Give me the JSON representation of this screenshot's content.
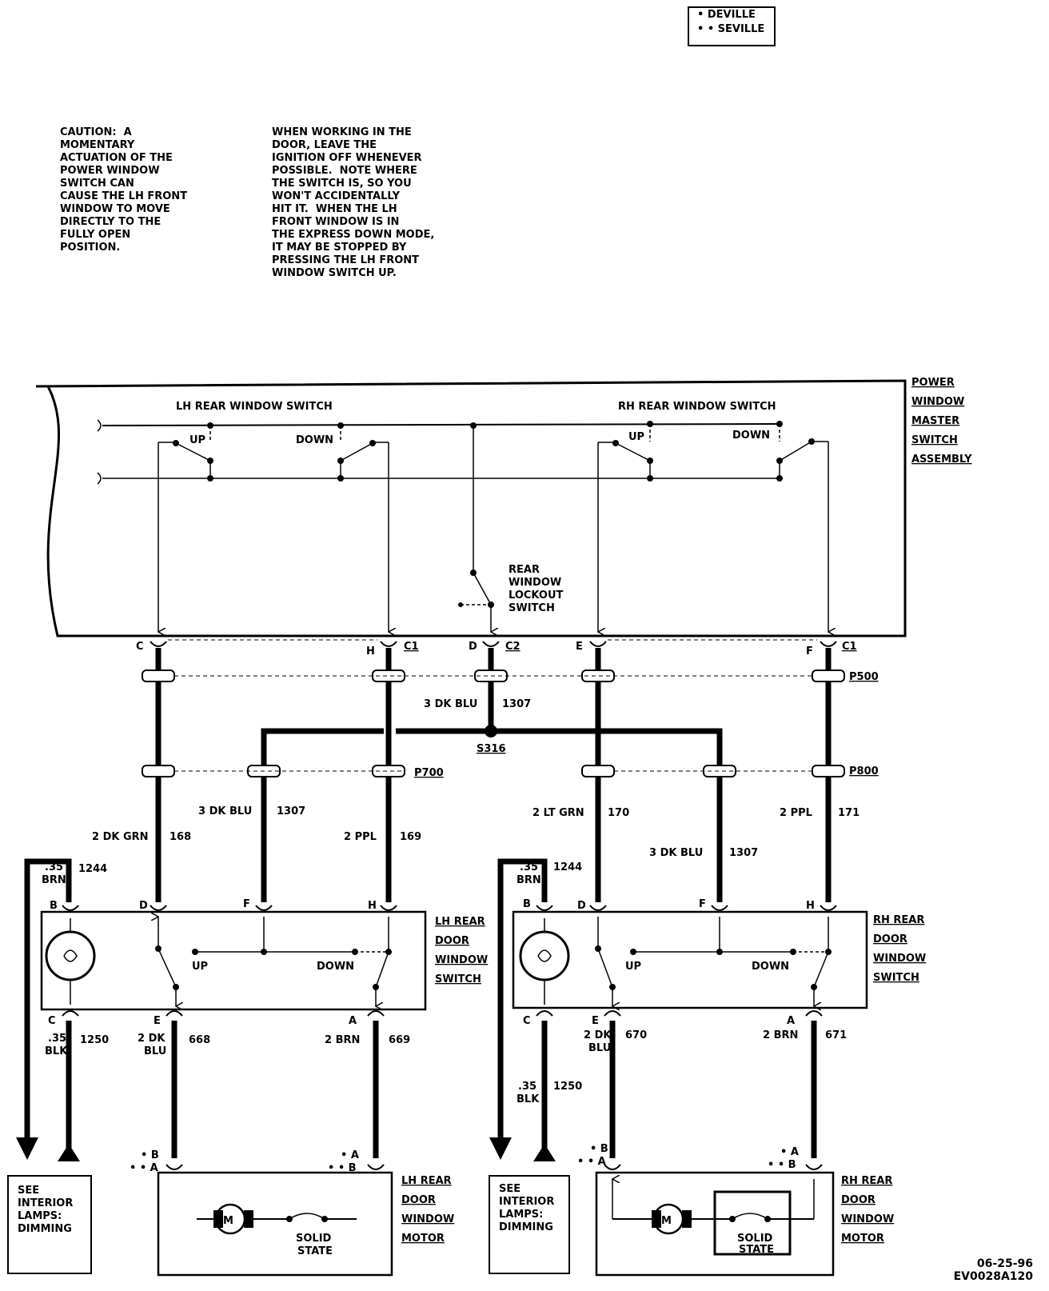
{
  "legend": {
    "deville": "• DEVILLE",
    "seville": "• • SEVILLE"
  },
  "notes": {
    "caution": "CAUTION:  A\nMOMENTARY\nACTUATION OF THE\nPOWER WINDOW\nSWITCH CAN\nCAUSE THE LH FRONT\nWINDOW TO MOVE\nDIRECTLY TO THE\nFULLY OPEN\nPOSITION.",
    "working": "WHEN WORKING IN THE\nDOOR, LEAVE THE\nIGNITION OFF WHENEVER\nPOSSIBLE.  NOTE WHERE\nTHE SWITCH IS, SO YOU\nWON'T ACCIDENTALLY\nHIT IT.  WHEN THE LH\nFRONT WINDOW IS IN\nTHE EXPRESS DOWN MODE,\nIT MAY BE STOPPED BY\nPRESSING THE LH FRONT\nWINDOW SWITCH UP."
  },
  "master": {
    "label": [
      "POWER",
      "WINDOW",
      "MASTER",
      "SWITCH",
      "ASSEMBLY"
    ],
    "lh_rear_switch": "LH REAR WINDOW SWITCH",
    "rh_rear_switch": "RH REAR WINDOW SWITCH",
    "up": "UP",
    "down": "DOWN",
    "lockout": [
      "REAR",
      "WINDOW",
      "LOCKOUT",
      "SWITCH"
    ]
  },
  "connectors": {
    "c1": "C1",
    "c2": "C2",
    "p500": "P500",
    "p700": "P700",
    "p800": "P800",
    "s316": "S316",
    "pins": {
      "c": "C",
      "h": "H",
      "d": "D",
      "e": "E",
      "f": "F",
      "b": "B",
      "a": "A"
    }
  },
  "wires": {
    "w1307_top": {
      "gauge": "3 DK BLU",
      "circuit": "1307"
    },
    "w1307_lh": {
      "gauge": "3 DK BLU",
      "circuit": "1307"
    },
    "w1307_rh": {
      "gauge": "3 DK BLU",
      "circuit": "1307"
    },
    "w168": {
      "gauge": "2 DK GRN",
      "circuit": "168"
    },
    "w169": {
      "gauge": "2 PPL",
      "circuit": "169"
    },
    "w170": {
      "gauge": "2 LT GRN",
      "circuit": "170"
    },
    "w171": {
      "gauge": "2 PPL",
      "circuit": "171"
    },
    "w1244_lh": {
      "gauge": [
        ".35",
        "BRN"
      ],
      "circuit": "1244"
    },
    "w1244_rh": {
      "gauge": [
        ".35",
        "BRN"
      ],
      "circuit": "1244"
    },
    "w1250_lh": {
      "gauge": [
        ".35",
        "BLK"
      ],
      "circuit": "1250"
    },
    "w1250_rh": {
      "gauge": [
        ".35",
        "BLK"
      ],
      "circuit": "1250"
    },
    "w668": {
      "gauge": [
        "2 DK",
        "BLU"
      ],
      "circuit": "668"
    },
    "w669": {
      "gauge": "2 BRN",
      "circuit": "669"
    },
    "w670": {
      "gauge": [
        "2 DK",
        "BLU"
      ],
      "circuit": "670"
    },
    "w671": {
      "gauge": "2 BRN",
      "circuit": "671"
    }
  },
  "door_switches": {
    "lh": [
      "LH REAR",
      "DOOR",
      "WINDOW",
      "SWITCH"
    ],
    "rh": [
      "RH REAR",
      "DOOR",
      "WINDOW",
      "SWITCH"
    ]
  },
  "motors": {
    "lh": [
      "LH REAR",
      "DOOR",
      "WINDOW",
      "MOTOR"
    ],
    "rh": [
      "RH REAR",
      "DOOR",
      "WINDOW",
      "MOTOR"
    ],
    "m": "M",
    "solid_state": [
      "SOLID",
      "STATE"
    ]
  },
  "see_interior": [
    "SEE",
    "INTERIOR",
    "LAMPS:",
    "DIMMING"
  ],
  "motor_pins": {
    "deville_b": "• B",
    "seville_a": "• • A",
    "deville_a": "• A",
    "seville_b": "• • B"
  },
  "stamp": {
    "date": "06-25-96",
    "code": "EV0028A120"
  }
}
